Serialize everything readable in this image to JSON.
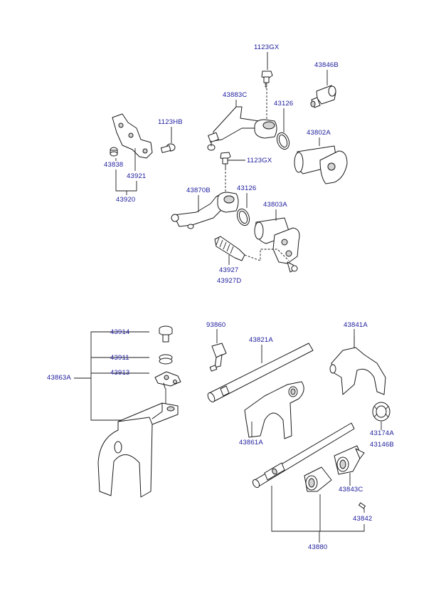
{
  "labels": {
    "l_1123gx_top": "1123GX",
    "l_43846b": "43846B",
    "l_43883c": "43883C",
    "l_43126_top": "43126",
    "l_1123hb": "1123HB",
    "l_43802a": "43802A",
    "l_43838": "43838",
    "l_43921": "43921",
    "l_1123gx_mid": "1123GX",
    "l_43920": "43920",
    "l_43870b": "43870B",
    "l_43126_mid": "43126",
    "l_43803a": "43803A",
    "l_43927": "43927",
    "l_43927d": "43927D",
    "l_43914": "43914",
    "l_93860": "93860",
    "l_43841a": "43841A",
    "l_43821a": "43821A",
    "l_43911": "43911",
    "l_43863a": "43863A",
    "l_43913": "43913",
    "l_43174a": "43174A",
    "l_43146b": "43146B",
    "l_43861a": "43861A",
    "l_43843c": "43843C",
    "l_43842": "43842",
    "l_43880": "43880"
  },
  "colors": {
    "label_text": "#1a1a9c",
    "line_art": "#1a1a1a",
    "background": "#ffffff"
  }
}
